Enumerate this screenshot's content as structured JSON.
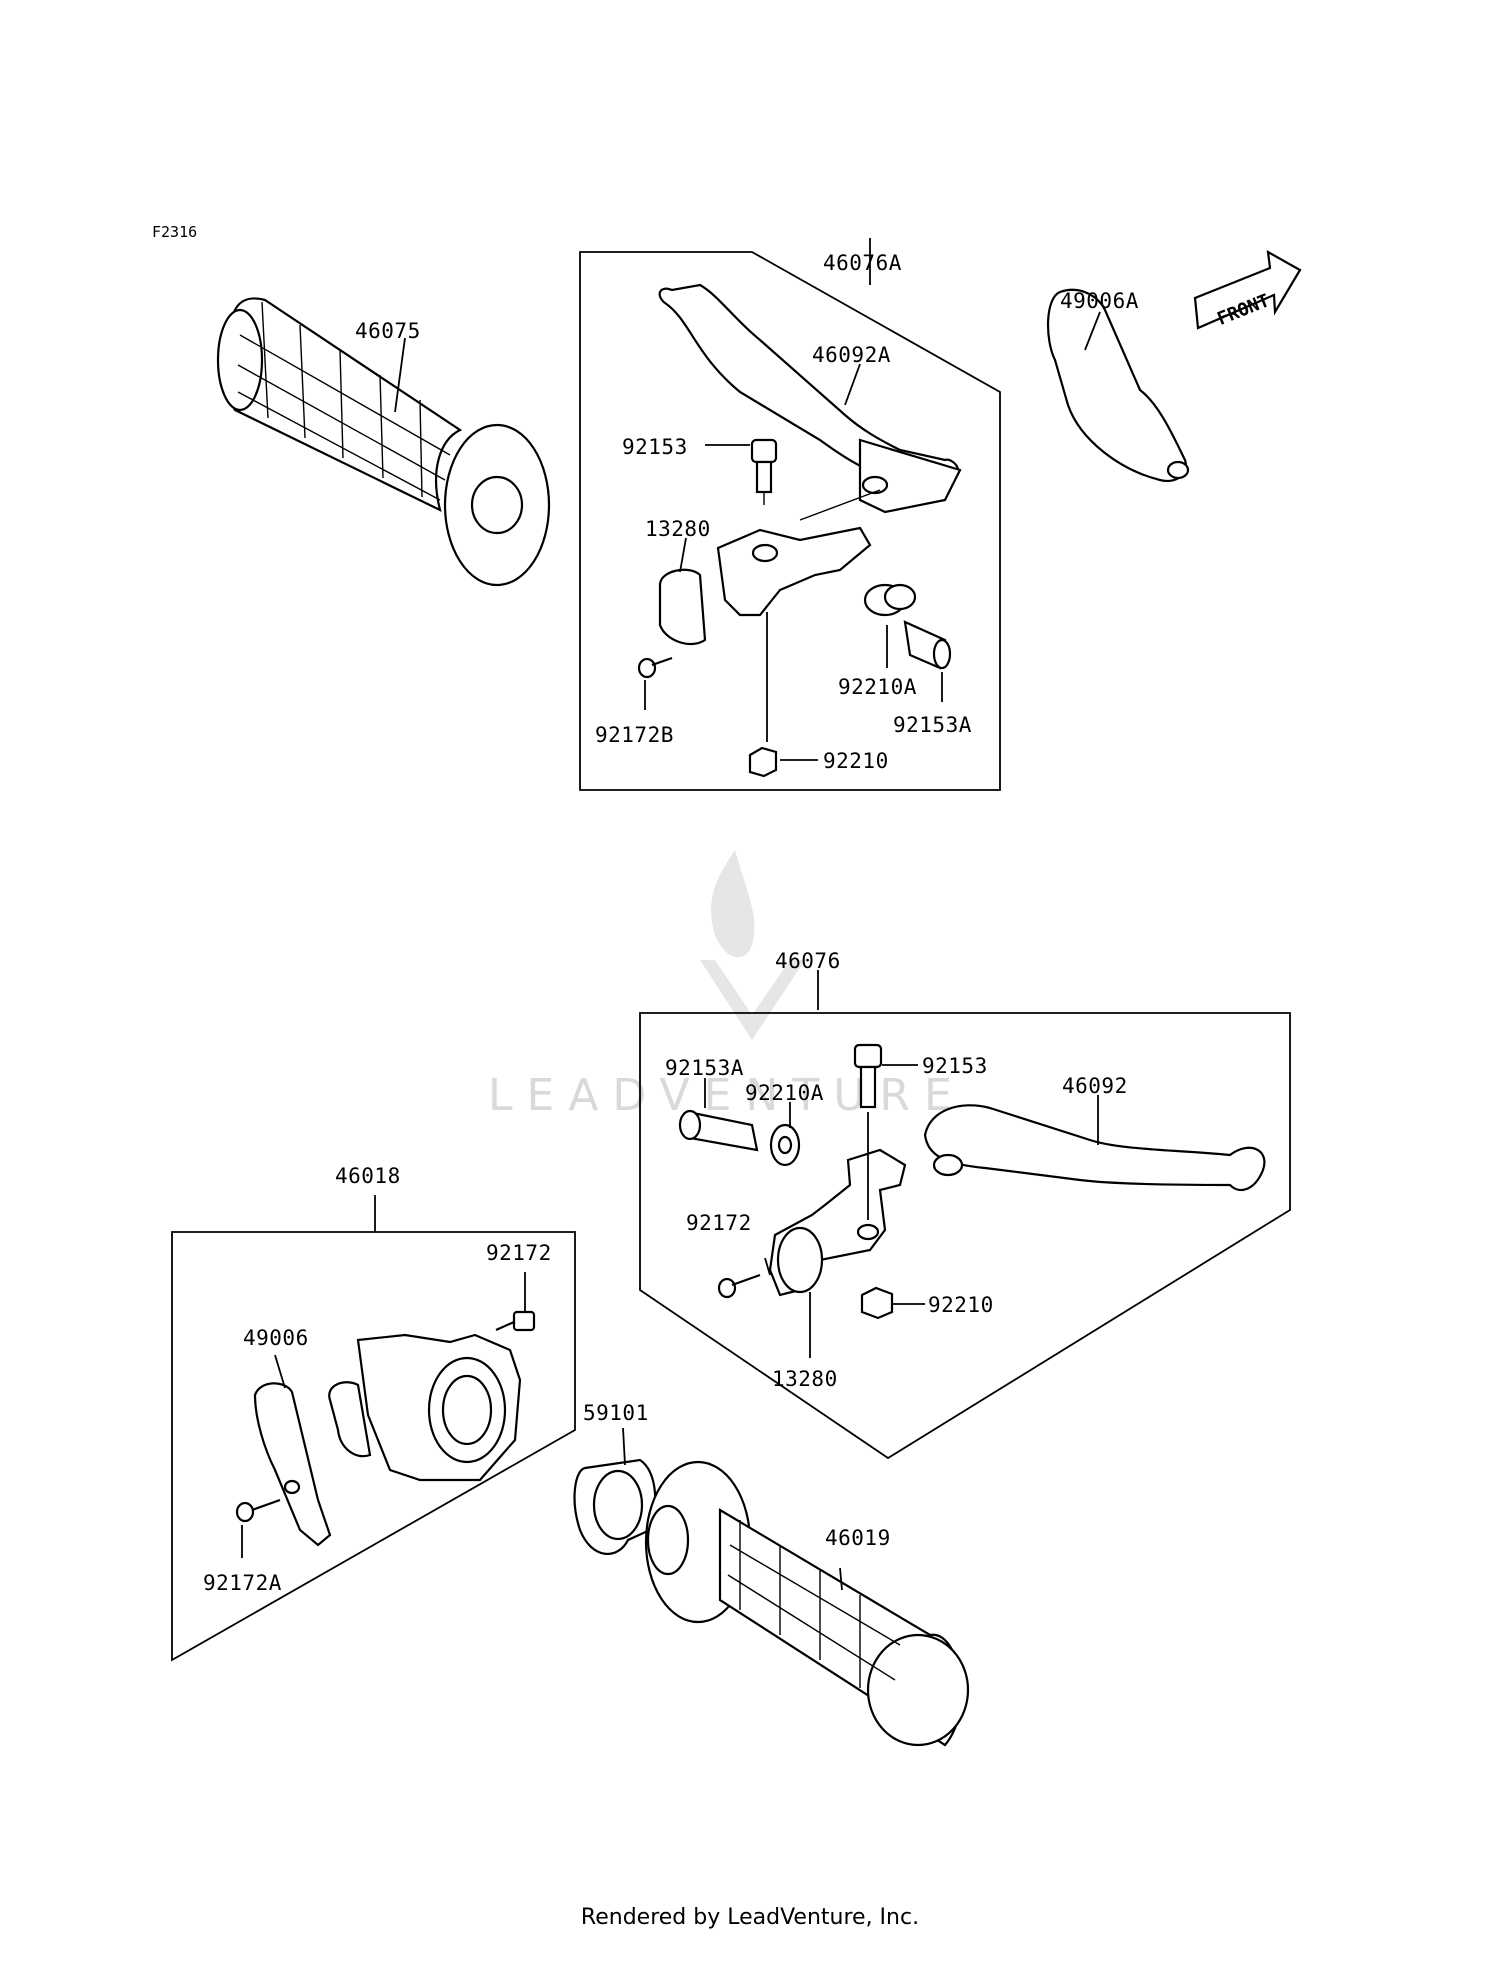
{
  "figure_code": "F2316",
  "watermark": "LEADVENTURE",
  "front_badge": "FRONT",
  "footer": "Rendered by LeadVenture, Inc.",
  "labels": {
    "p46075": "46075",
    "p46076A": "46076A",
    "p46092A": "46092A",
    "p49006A": "49006A",
    "p92153_top": "92153",
    "p13280_top": "13280",
    "p92172B": "92172B",
    "p92210A_top": "92210A",
    "p92153A_top": "92153A",
    "p92210_top": "92210",
    "p46076": "46076",
    "p92153A_bot": "92153A",
    "p92210A_bot": "92210A",
    "p92153_bot": "92153",
    "p46092": "46092",
    "p92172_bot": "92172",
    "p92210_bot": "92210",
    "p13280_bot": "13280",
    "p46018": "46018",
    "p92172_left": "92172",
    "p49006": "49006",
    "p59101": "59101",
    "p46019": "46019",
    "p92172A": "92172A"
  }
}
